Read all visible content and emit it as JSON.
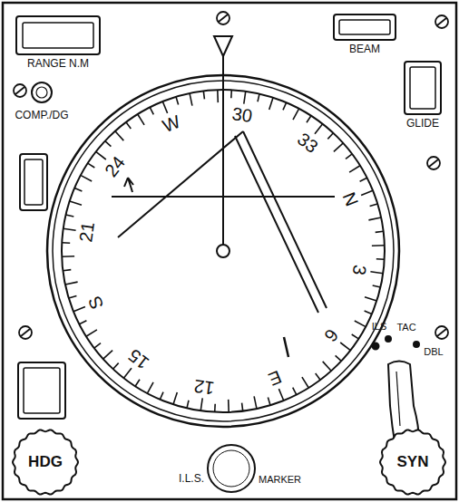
{
  "diagram": {
    "nodes": [
      {
        "text": [
          "RANGE N.M"
        ]
      },
      {
        "text": [
          "BEAM"
        ]
      },
      {
        "text": [
          "COMP./DG"
        ]
      },
      {
        "text": [
          "GLIDE"
        ]
      },
      {
        "text": [
          "HDG"
        ]
      },
      {
        "text": [
          "I.L.S.",
          "MARKER"
        ]
      },
      {
        "text": [
          "SYN"
        ]
      }
    ],
    "labels": [
      "30",
      "33",
      "N",
      "3",
      "6",
      "E",
      "12",
      "15",
      "S",
      "21",
      "24",
      "W",
      "ILS",
      "TAC",
      "DBL"
    ]
  }
}
